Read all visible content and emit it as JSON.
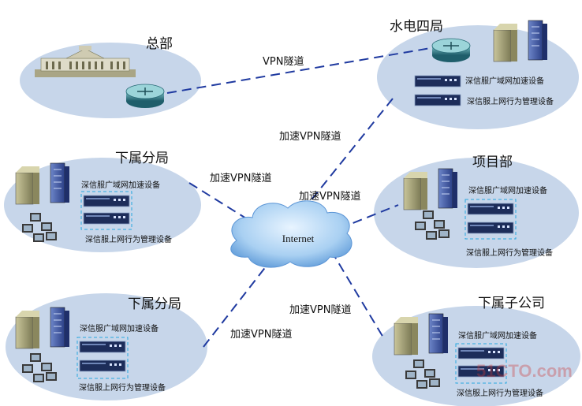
{
  "colors": {
    "site_fill": "#c7d6ea",
    "link_color": "#1f3aa0",
    "cloud_fill": "#7fb3e6",
    "device_color": "#1d2d5a"
  },
  "sites": {
    "hq": {
      "title": "总部"
    },
    "shuidian": {
      "title": "水电四局",
      "device_wan": "深信服广域网加速设备",
      "device_behavior": "深信服上网行为管理设备"
    },
    "branch_a": {
      "title": "下属分局",
      "device_wan": "深信服广域网加速设备",
      "device_behavior": "深信服上网行为管理设备"
    },
    "project": {
      "title": "项目部",
      "device_wan": "深信服广域网加速设备",
      "device_behavior": "深信服上网行为管理设备"
    },
    "branch_b": {
      "title": "下属分局",
      "device_wan": "深信服广域网加速设备",
      "device_behavior": "深信服上网行为管理设备"
    },
    "subsidiary": {
      "title": "下属子公司",
      "device_wan": "深信服广域网加速设备",
      "device_behavior": "深信服上网行为管理设备"
    }
  },
  "cloud": {
    "label": "Internet"
  },
  "links": {
    "hq_shuidian": "VPN隧道",
    "shuidian_internet": "加速VPN隧道",
    "branch_a_internet": "加速VPN隧道",
    "project_internet": "加速VPN隧道",
    "branch_b_internet": "加速VPN隧道",
    "subsidiary_internet": "加速VPN隧道"
  },
  "watermark": {
    "site": "51CTO.com"
  }
}
